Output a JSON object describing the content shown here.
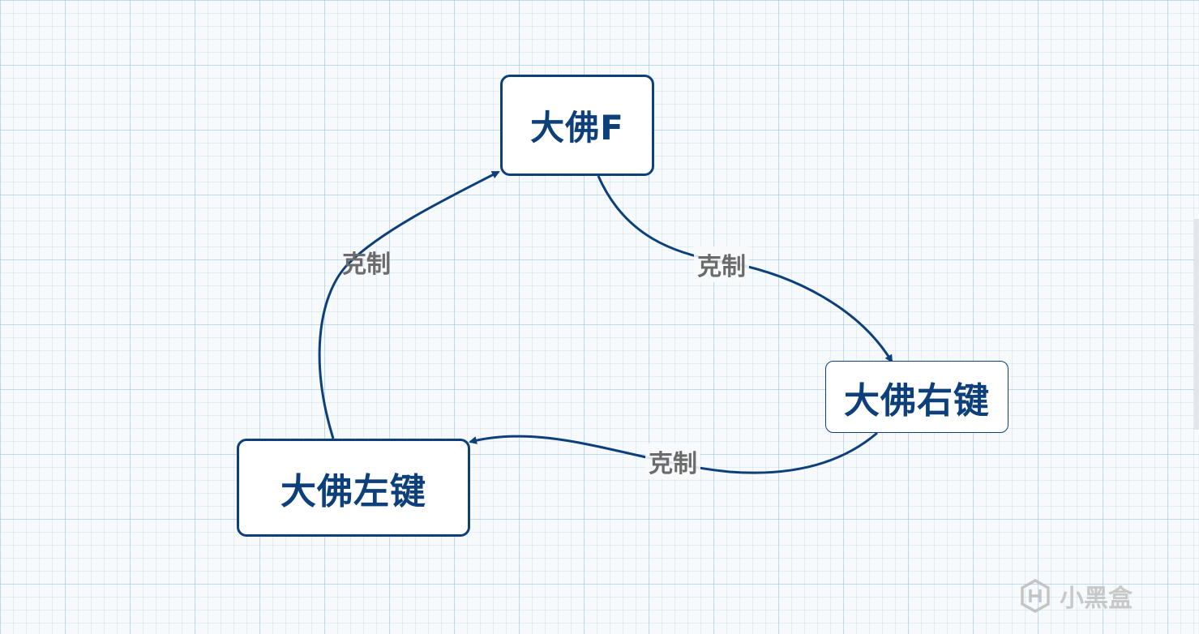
{
  "nodes": {
    "top": {
      "label": "大佛F"
    },
    "right": {
      "label": "大佛右键"
    },
    "left": {
      "label": "大佛左键"
    }
  },
  "edges": [
    {
      "from": "大佛F",
      "to": "大佛右键",
      "label": "克制"
    },
    {
      "from": "大佛右键",
      "to": "大佛左键",
      "label": "克制"
    },
    {
      "from": "大佛左键",
      "to": "大佛F",
      "label": "克制"
    }
  ],
  "colors": {
    "node_border": "#0d3f7a",
    "node_text": "#0d3f7a",
    "edge": "#0d3f7a",
    "edge_label": "#6b6b6b",
    "grid": "#96bed7"
  },
  "watermark": {
    "text": "小黑盒",
    "icon": "heybox-logo-icon"
  }
}
